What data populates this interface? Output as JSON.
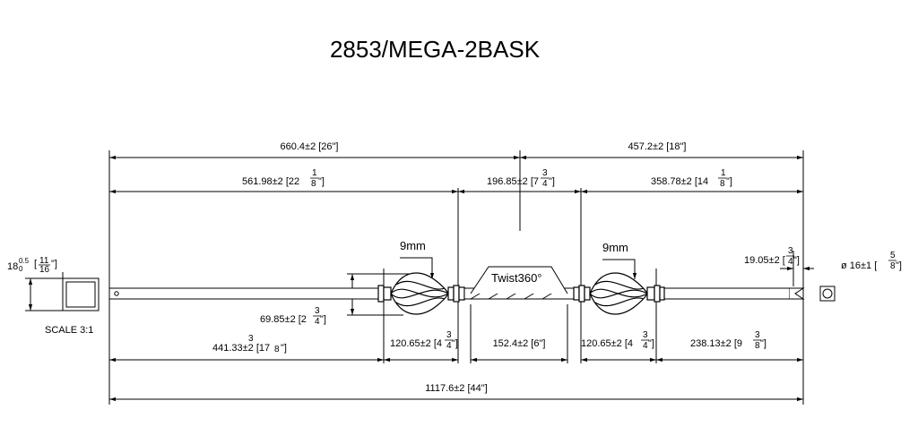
{
  "title": "2853/MEGA-2BASK",
  "dimensions": {
    "overall_top_left": "660.4±2 [26\"]",
    "overall_top_right": "457.2±2 [18\"]",
    "left_to_basket": "561.98±2 [22",
    "left_to_basket_frac": [
      "1",
      "8"
    ],
    "left_to_basket_end": "\"]",
    "middle_section": "196.85±2 [7",
    "middle_section_frac": [
      "3",
      "4"
    ],
    "middle_section_end": "\"]",
    "right_section": "358.78±2 [14",
    "right_section_frac": [
      "1",
      "8"
    ],
    "right_section_end": "\"]",
    "basket_height": "69.85±2 [2",
    "basket_height_frac": [
      "3",
      "4"
    ],
    "basket_height_end": "\"]",
    "bottom_left": "441.33±2 [17",
    "bottom_left_frac": [
      "3",
      "8"
    ],
    "bottom_left_end": "\"]",
    "basket_left_len": "120.65±2 [4",
    "basket_left_frac": [
      "3",
      "4"
    ],
    "basket_left_end": "\"]",
    "twist_len": "152.4±2 [6\"]",
    "basket_right_len": "120.65±2 [4",
    "basket_right_frac": [
      "3",
      "4"
    ],
    "basket_right_end": "\"]",
    "bottom_right": "238.13±2 [9",
    "bottom_right_frac": [
      "3",
      "8"
    ],
    "bottom_right_end": "\"]",
    "overall_total": "1117.6±2 [44\"]",
    "end_offset": "19.05±2 [",
    "end_offset_frac": [
      "3",
      "4"
    ],
    "end_offset_end": "\"]",
    "collar_left": "9mm",
    "collar_right": "9mm",
    "section_size": "18",
    "section_tol": "0.5",
    "section_tol_low": "0",
    "section_frac": [
      "11",
      "16"
    ],
    "end_diameter": "ø 16±1 [",
    "end_diameter_frac": [
      "5",
      "8"
    ],
    "end_diameter_end": "\"]",
    "twist_label": "Twist360°",
    "scale": "SCALE 3:1"
  }
}
